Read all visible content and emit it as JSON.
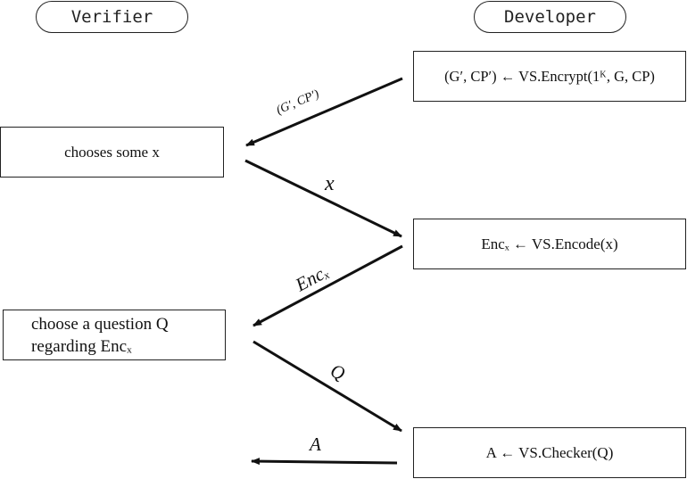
{
  "roles": {
    "verifier": "Verifier",
    "developer": "Developer"
  },
  "steps": {
    "encrypt": "(G′, CP′) ← VS.Encrypt(1ᴷ, G, CP)",
    "choose_x": "chooses some x",
    "encode": "Encₓ ← VS.Encode(x)",
    "question_line1": "choose a question Q",
    "question_line2": "regarding Encₓ",
    "checker": "A ← VS.Checker(Q)"
  },
  "messages": {
    "m1": "(G′, CP′)",
    "m2": "x",
    "m3": "Encₓ",
    "m4": "Q",
    "m5": "A"
  }
}
